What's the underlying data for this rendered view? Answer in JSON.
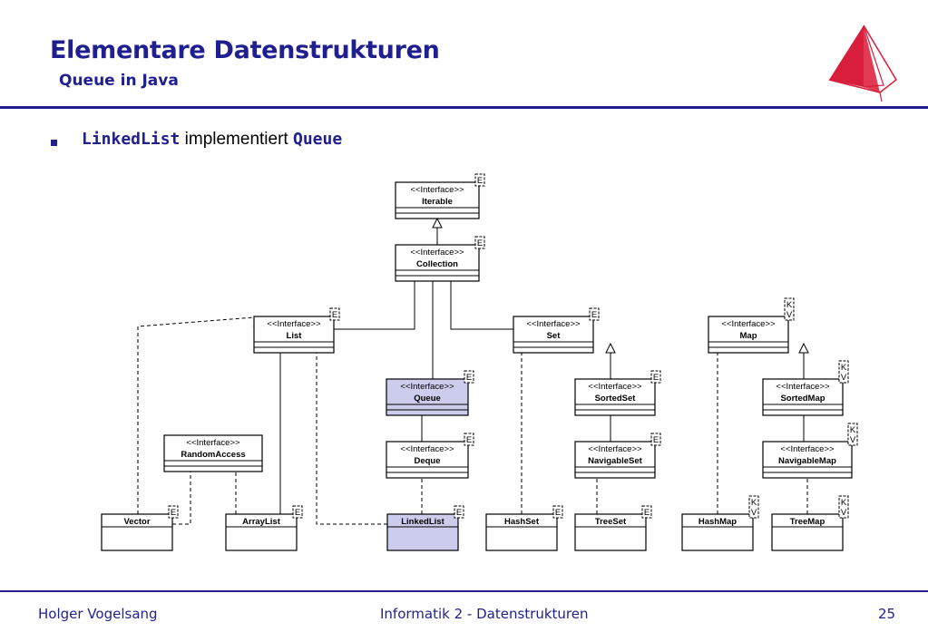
{
  "header": {
    "title": "Elementare Datenstrukturen",
    "subtitle": "Queue in Java"
  },
  "bullet": {
    "code1": "LinkedList",
    "text": "implementiert",
    "code2": "Queue"
  },
  "footer": {
    "author": "Holger Vogelsang",
    "course": "Informatik 2 - Datenstrukturen",
    "page": "25"
  },
  "diagram": {
    "stereotype": "<<Interface>>",
    "colors": {
      "highlight": "#ccccec",
      "line": "#000000"
    },
    "nodes": {
      "iterable": {
        "label": "Iterable",
        "params": [
          "E"
        ]
      },
      "collection": {
        "label": "Collection",
        "params": [
          "E"
        ]
      },
      "list": {
        "label": "List",
        "params": [
          "E"
        ]
      },
      "set": {
        "label": "Set",
        "params": [
          "E"
        ]
      },
      "map": {
        "label": "Map",
        "params": [
          "K",
          "V"
        ]
      },
      "queue": {
        "label": "Queue",
        "params": [
          "E"
        ]
      },
      "sortedset": {
        "label": "SortedSet",
        "params": [
          "E"
        ]
      },
      "sortedmap": {
        "label": "SortedMap",
        "params": [
          "K",
          "V"
        ]
      },
      "randomaccess": {
        "label": "RandomAccess",
        "params": []
      },
      "deque": {
        "label": "Deque",
        "params": [
          "E"
        ]
      },
      "navigableset": {
        "label": "NavigableSet",
        "params": [
          "E"
        ]
      },
      "navigablemap": {
        "label": "NavigableMap",
        "params": [
          "K",
          "V"
        ]
      },
      "vector": {
        "label": "Vector",
        "params": [
          "E"
        ]
      },
      "arraylist": {
        "label": "ArrayList",
        "params": [
          "E"
        ]
      },
      "linkedlist": {
        "label": "LinkedList",
        "params": [
          "E"
        ]
      },
      "hashset": {
        "label": "HashSet",
        "params": [
          "E"
        ]
      },
      "treeset": {
        "label": "TreeSet",
        "params": [
          "E"
        ]
      },
      "hashmap": {
        "label": "HashMap",
        "params": [
          "K",
          "V"
        ]
      },
      "treemap": {
        "label": "TreeMap",
        "params": [
          "K",
          "V"
        ]
      }
    }
  }
}
